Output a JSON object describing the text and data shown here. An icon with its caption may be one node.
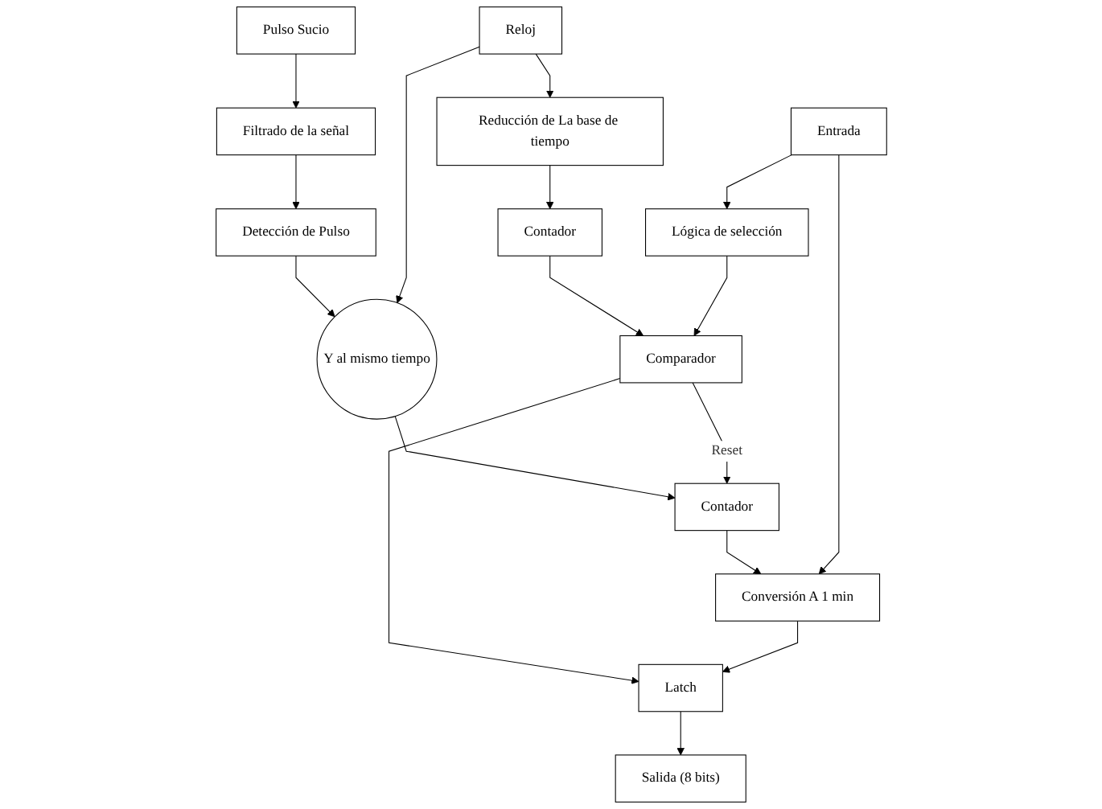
{
  "diagram": {
    "nodes": [
      {
        "text": [
          "Pulso Sucio"
        ]
      },
      {
        "text": [
          "Filtrado de la señal"
        ]
      },
      {
        "text": [
          "Detección de Pulso"
        ]
      },
      {
        "text": [
          "Reloj"
        ]
      },
      {
        "text": [
          "Y al mismo tiempo"
        ]
      },
      {
        "text": [
          "Reducción de La base de tiempo"
        ]
      },
      {
        "text": [
          "Contador"
        ]
      },
      {
        "text": [
          "Contador"
        ]
      },
      {
        "text": [
          "Conversión A 1 min"
        ]
      },
      {
        "text": [
          "Entrada"
        ]
      },
      {
        "text": [
          "Lógica de selección"
        ]
      },
      {
        "text": [
          "Comparador"
        ]
      },
      {
        "text": [
          "Latch"
        ]
      },
      {
        "text": [
          "Salida (8 bits)"
        ]
      }
    ],
    "edges": [
      {
        "from": 0,
        "to": 1,
        "arrow": "to"
      },
      {
        "from": 1,
        "to": 2,
        "arrow": "to"
      },
      {
        "from": 2,
        "to": 4,
        "arrow": "to"
      },
      {
        "from": 3,
        "to": 4,
        "arrow": "to"
      },
      {
        "from": 4,
        "to": 6,
        "arrow": "to"
      },
      {
        "from": 3,
        "to": 5,
        "arrow": "to"
      },
      {
        "from": 5,
        "to": 7,
        "arrow": "to"
      },
      {
        "from": 7,
        "to": 11,
        "arrow": "to"
      },
      {
        "from": 9,
        "to": 10,
        "arrow": "to"
      },
      {
        "from": 10,
        "to": 11,
        "arrow": "to"
      },
      {
        "from": 11,
        "to": 12,
        "arrow": "to"
      },
      {
        "from": 11,
        "to": 6,
        "label": "Reset",
        "arrow": "to"
      },
      {
        "from": 6,
        "to": 8,
        "arrow": "to"
      },
      {
        "from": 8,
        "to": 12,
        "arrow": "to"
      },
      {
        "from": 12,
        "to": 13,
        "arrow": "to"
      },
      {
        "from": 9,
        "to": 8,
        "arrow": "to"
      }
    ]
  }
}
